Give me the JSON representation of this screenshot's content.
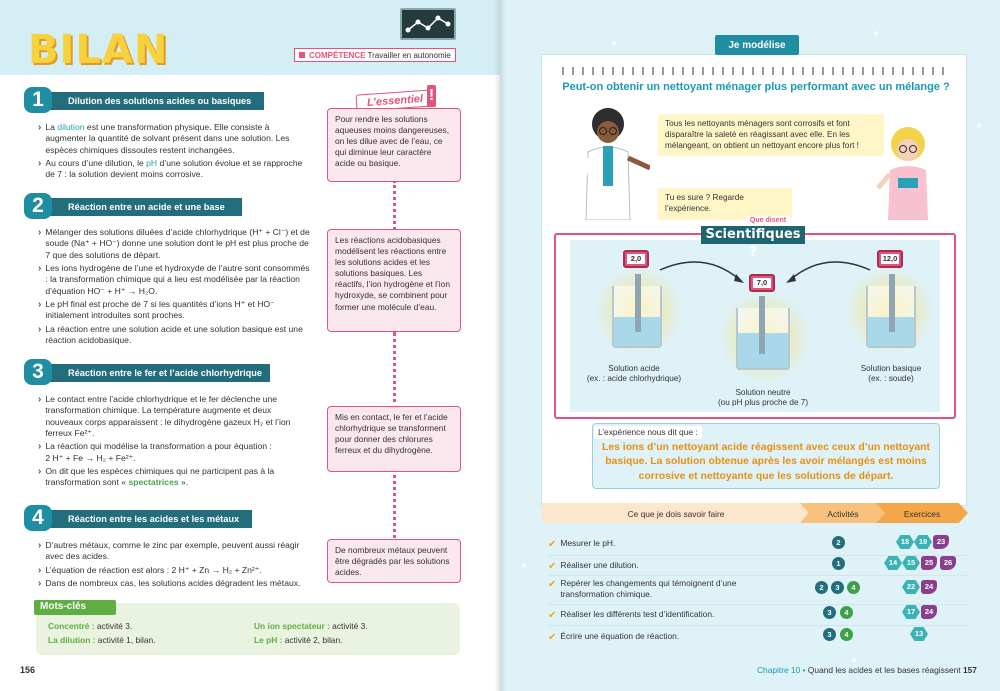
{
  "left": {
    "title": "BILAN",
    "competence": {
      "label": "COMPÉTENCE",
      "text": "Travailler en autonomie"
    },
    "sections": [
      {
        "num": "1",
        "title": "Dilution des solutions acides ou basiques"
      },
      {
        "num": "2",
        "title": "Réaction entre un acide et une base"
      },
      {
        "num": "3",
        "title": "Réaction entre le fer et l’acide chlorhydrique"
      },
      {
        "num": "4",
        "title": "Réaction entre les acides et les métaux"
      }
    ],
    "s1": {
      "b1": {
        "pre": "La ",
        "hl": "dilution",
        "post": " est une transformation physique. Elle consiste à augmenter la quantité de solvant présent dans une solution. Les espèces chimiques dissoutes restent inchangées."
      },
      "b2": {
        "pre": "Au cours d’une dilution, le ",
        "hl": "pH",
        "post": " d’une solution évolue et se rapproche de 7 : la solution devient moins corrosive."
      }
    },
    "s2": [
      "Mélanger des solutions diluées d’acide chlorhydrique (H⁺ + Cl⁻) et de soude (Na⁺ + HO⁻) donne une solution dont le pH est plus proche de 7 que des solutions de départ.",
      "Les ions hydrogène de l’une et hydroxyde de l’autre sont consommés : la transformation chimique qui a lieu est modélisée par la réaction d’équation HO⁻ + H⁺ → H₂O.",
      "Le pH final est proche de 7 si les quantités d’ions H⁺ et HO⁻ initialement introduites sont proches.",
      "La réaction entre une solution acide et une solution basique est une réaction acidobasique."
    ],
    "s3": {
      "b1": "Le contact entre l’acide chlorhydrique et le fer déclenche une transformation chimique. La température augmente et deux nouveaux corps apparaissent : le dihydrogène gazeux H₂ et l’ion ferreux Fe²⁺.",
      "b2a": "La réaction qui modélise la transformation a pour équation :",
      "b2b": "2 H⁺ + Fe → H₂ + Fe²⁺.",
      "b3": {
        "pre": "On dit que les espèces chimiques qui ne participent pas à la transformation sont « ",
        "hl": "spectatrices",
        "post": " »."
      }
    },
    "s4": [
      "D’autres métaux, comme le zinc par exemple, peuvent aussi réagir avec des acides.",
      "L’équation de réaction est alors : 2 H⁺ + Zn → H₂ + Zn²⁺.",
      "Dans de nombreux cas, les solutions acides dégradent les métaux."
    ],
    "essentiel_title": "L’essentiel",
    "essentiel_mark": "!",
    "essentiel": [
      "Pour rendre les solutions aqueuses moins dangereuses, on les dilue avec de l’eau, ce qui diminue leur caractère acide ou basique.",
      "Les réactions acidobasiques modélisent les réactions entre les solutions acides et les solutions basiques. Les réactifs, l’ion hydrogène et l’ion hydroxyde, se combinent pour former une molécule d’eau.",
      "Mis en contact, le fer et l’acide chlorhydrique se transforment pour donner des chlorures ferreux et du dihydrogène.",
      "De nombreux métaux peuvent être dégradés par les solutions acides."
    ],
    "mots_cles": {
      "title": "Mots-clés",
      "items": [
        {
          "term": "Concentré :",
          "ref": " activité 3."
        },
        {
          "term": "La dilution :",
          "ref": " activité 1, bilan."
        },
        {
          "term": "Un ion spectateur :",
          "ref": " activité 3."
        },
        {
          "term": "Le pH :",
          "ref": " activité 2, bilan."
        }
      ]
    },
    "page_number": "156"
  },
  "right": {
    "tag": "Je modélise",
    "question": "Peut-on obtenir un nettoyant ménager plus performant avec un mélange ?",
    "speech_girl": "Tous les nettoyants ménagers sont corrosifs et font disparaître la saleté en réagissant avec elle. En les mélangeant, on obtient un nettoyant encore plus fort !",
    "speech_boy": "Tu es sure ? Regarde l’expérience.",
    "sci_tag1": "Que disent les",
    "sci_tag2": "Scientifiques ?",
    "meters": [
      "2,0",
      "7,0",
      "12,0"
    ],
    "labels": {
      "acid": [
        "Solution acide",
        "(ex. : acide chlorhydrique)"
      ],
      "neutral": [
        "Solution neutre",
        "(ou pH plus proche de 7)"
      ],
      "base": [
        "Solution basique",
        "(ex. : soude)"
      ]
    },
    "experience_head": "L’expérience nous dit que :",
    "experience_text": "Les ions d’un nettoyant acide réagissent avec ceux d’un nettoyant basique. La solution obtenue après les avoir mélangés est moins corrosive et nettoyante que les solutions de départ.",
    "table": {
      "headers": [
        "Ce que je dois savoir faire",
        "Activités",
        "Exercices"
      ],
      "rows": [
        {
          "text": "Mesurer le pH.",
          "acts": [
            "2"
          ],
          "exs": [
            "18",
            "19",
            "23"
          ]
        },
        {
          "text": "Réaliser une dilution.",
          "acts": [
            "1"
          ],
          "exs": [
            "14",
            "15",
            "25",
            "26"
          ]
        },
        {
          "text": "Repérer les changements qui témoignent d’une transformation chimique.",
          "acts": [
            "2",
            "3",
            "4"
          ],
          "exs": [
            "22",
            "24"
          ]
        },
        {
          "text": "Réaliser les différents test d’identification.",
          "acts": [
            "3",
            "4"
          ],
          "exs": [
            "17",
            "24"
          ]
        },
        {
          "text": "Écrire une équation de réaction.",
          "acts": [
            "3",
            "4"
          ],
          "exs": [
            "13"
          ]
        }
      ]
    },
    "footer": {
      "chapter": "Chapitre 10",
      "sep": " • ",
      "title": "Quand les acides et les bases réagissent",
      "page": "157"
    },
    "colors": {
      "teal": "#236e7c",
      "pink": "#e4547a",
      "orange": "#e59114",
      "green": "#5fae44"
    }
  }
}
